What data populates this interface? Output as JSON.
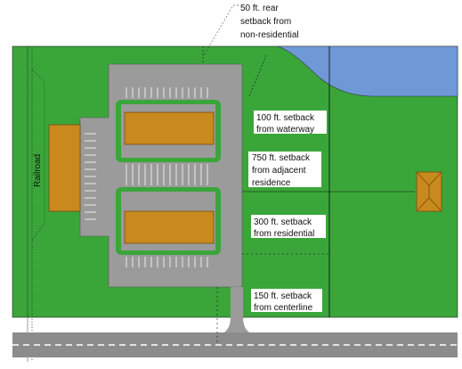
{
  "diagram": {
    "colors": {
      "grass": "#3aa63a",
      "pavement": "#9b9b9b",
      "road": "#8c8c8c",
      "building": "#c8891e",
      "building_edge": "#7a4e0c",
      "water": "#6e98d6",
      "island": "#3aa63a",
      "lines": "#111111"
    },
    "labels": {
      "railroad": "Railroad",
      "rear_setback_line1": "50 ft. rear",
      "rear_setback_line2": "setback from",
      "rear_setback_line3": "non-residential",
      "waterway_line1": "100 ft. setback",
      "waterway_line2": "from waterway",
      "adjacent_line1": "750 ft. setback",
      "adjacent_line2": "from adjacent",
      "adjacent_line3": "residence",
      "residential_line1": "300 ft. setback",
      "residential_line2": "from residential",
      "centerline_line1": "150 ft. setback",
      "centerline_line2": "from centerline"
    }
  }
}
